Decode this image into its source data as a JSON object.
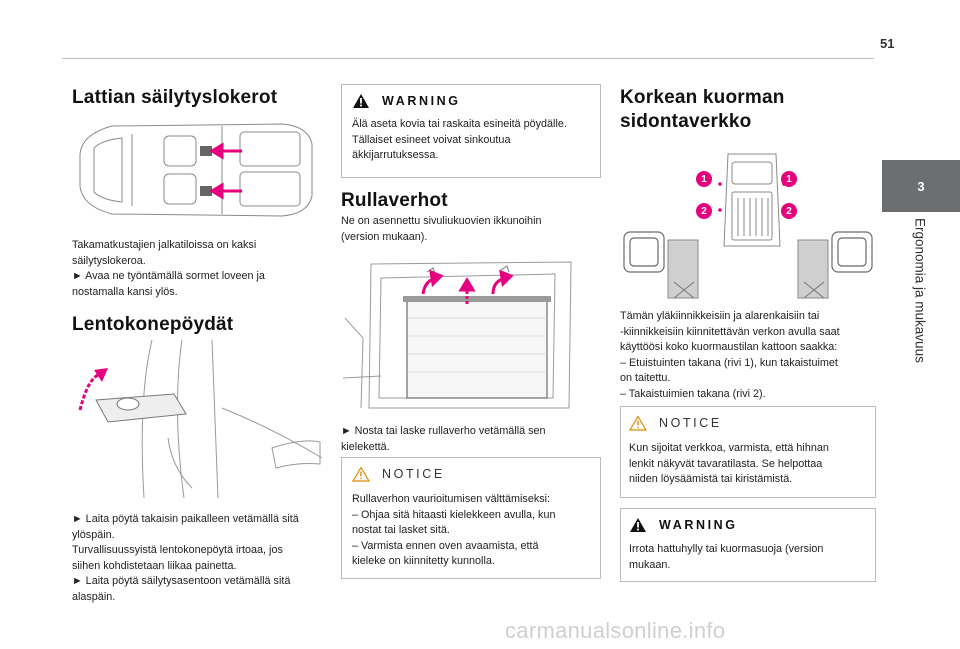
{
  "page": {
    "number": "51"
  },
  "side": {
    "chapter_number": "3",
    "chapter_title": "Ergonomia ja mukavuus"
  },
  "col1": {
    "sec1_title": "Lattian säilytyslokerot",
    "sec1_body": "Takamatkustajien jalkatiloissa on kaksi\nsäilytyslokeroa.\n►  Avaa ne työntämällä sormet loveen ja\nnostamalla kansi ylös.",
    "sec2_title": "Lentokonepöydät",
    "sec2_body": "►  Laita pöytä takaisin paikalleen vetämällä sitä\nylöspäin.\nTurvallisuussyistä lentokonepöytä irtoaa, jos\nsiihen kohdistetaan liikaa painetta.\n►  Laita pöytä säilytysasentoon vetämällä sitä\nalaspäin."
  },
  "col2": {
    "warning1_title": "WARNING",
    "warning1_body": "Älä aseta kovia tai raskaita esineitä pöydälle.\nTällaiset esineet voivat sinkoutua\näkkijarrutuksessa.",
    "sec_title": "Rullaverhot",
    "sec_intro": "Ne on asennettu sivuliukuovien ikkunoihin\n(version mukaan).",
    "sec_step": "►  Nosta tai laske rullaverho vetämällä sen\nkielekettä.",
    "notice1_title": "NOTICE",
    "notice1_body": "Rullaverhon vaurioitumisen välttämiseksi:\n–  Ohjaa sitä hitaasti kielekkeen avulla, kun\nnostat tai lasket sitä.\n–  Varmista ennen oven avaamista, että\nkieleke on kiinnitetty kunnolla."
  },
  "col3": {
    "sec_title": "Korkean kuorman\nsidontaverkko",
    "callouts": [
      "1",
      "1",
      "2",
      "2"
    ],
    "sec_body": "Tämän yläkiinnikkeisiin ja alarenkaisiin tai\n-kiinnikkeisiin kiinnitettävän verkon avulla saat\nkäyttöösi koko kuormaustilan kattoon saakka:\n–  Etuistuinten takana (rivi 1), kun takaistuimet\non taitettu.\n–  Takaistuimien takana (rivi 2).",
    "notice_title": "NOTICE",
    "notice_body": "Kun sijoitat verkkoa, varmista, että hihnan\nlenkit näkyvät tavaratilasta. Se helpottaa\nniiden löysäämistä tai kiristämistä.",
    "warning_title": "WARNING",
    "warning_body": "Irrota hattuhylly tai kuormasuoja (version\nmukaan."
  },
  "watermark": "carmanualsonline.info",
  "colors": {
    "accent": "#e6007e",
    "tab": "#6d6e70",
    "warning": "#e08a00"
  }
}
